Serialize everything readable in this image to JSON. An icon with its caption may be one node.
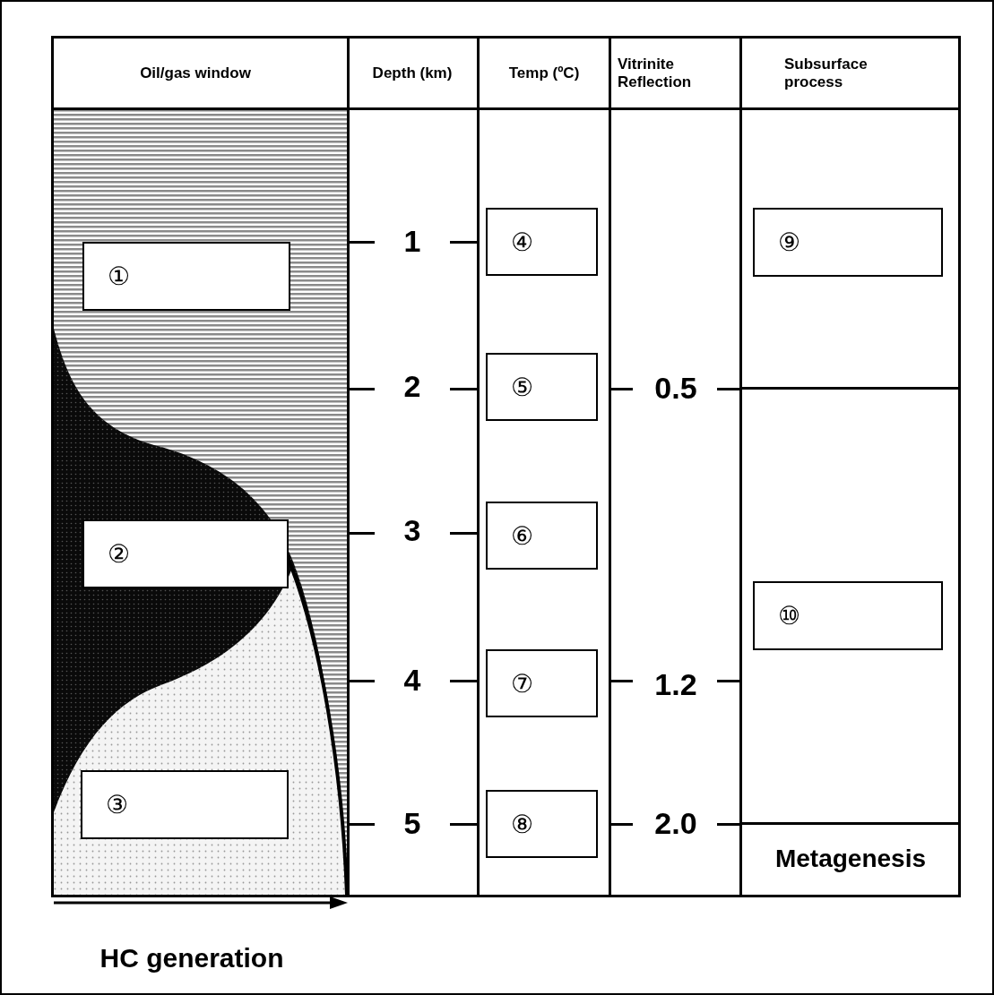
{
  "diagram": {
    "nodes": [
      {
        "text": [
          "①"
        ]
      },
      {
        "text": [
          "②"
        ]
      },
      {
        "text": [
          "③"
        ]
      },
      {
        "text": [
          "④"
        ]
      },
      {
        "text": [
          "⑤"
        ]
      },
      {
        "text": [
          "⑥"
        ]
      },
      {
        "text": [
          "⑦"
        ]
      },
      {
        "text": [
          "⑧"
        ]
      },
      {
        "text": [
          "⑨"
        ]
      },
      {
        "text": [
          "⑩"
        ]
      }
    ],
    "labels": [
      "Oil/gas window",
      "Depth (km)",
      "Temp (ºC)",
      "Vitrinite Reflection",
      "Subsurface process",
      "1",
      "2",
      "0.5",
      "3",
      "4",
      "1.2",
      "5",
      "2.0",
      "Metagenesis",
      "HC generation"
    ]
  }
}
